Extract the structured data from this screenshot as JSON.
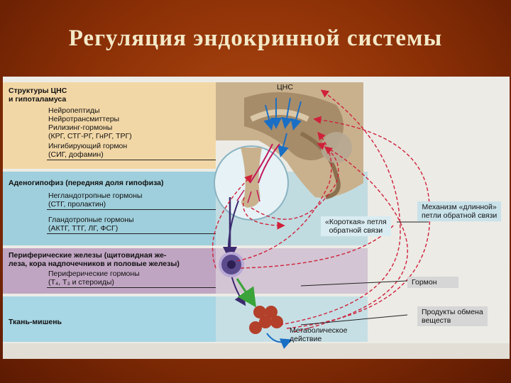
{
  "slide_title": "Регуляция эндокринной системы",
  "levels": {
    "hypothalamus": {
      "heading": "Структуры ЦНС\nи гипоталамуса",
      "items": [
        "Нейропептиды",
        "Нейротрансмиттеры",
        "Рилизинг-гормоны",
        "(КРГ, СТГ-РГ, ГнРГ, ТРГ)",
        "Ингибирующий гормон",
        "(СИГ, дофамин)"
      ]
    },
    "adenohypophysis": {
      "heading": "Аденогипофиз (передняя доля гипофиза)",
      "items": [
        "Негландотропные гормоны",
        "(СТГ, пролактин)",
        "Гландотропные гормоны",
        "(АКТГ, ТТГ, ЛГ, ФСГ)"
      ]
    },
    "peripheral": {
      "heading": "Периферические железы (щитовидная же-\nлеза, кора надпочечников и половые железы)",
      "items": [
        "Периферические гормоны",
        "(Т₄, Т₃ и стероиды)"
      ]
    },
    "target": {
      "heading": "Ткань-мишень"
    }
  },
  "diagram": {
    "cns_label": "ЦНС",
    "short_loop": "«Короткая» петля\nобратной связи",
    "long_loop": "Механизм «длинной»\nпетли обратной связи",
    "hormone": "Гормон",
    "products": "Продукты обмена\nвеществ",
    "metabolic": "Метаболическое\nдействие"
  },
  "colors": {
    "hypothalamus_band": "#f2d7a6",
    "adenohypophysis_band": "#9fcfdc",
    "peripheral_band": "#c0a5c2",
    "target_band": "#a7d6e4",
    "feedback_line": "#d0203a",
    "nerve_arrow": "#1a6fc4",
    "hormone_arrow": "#3b2a6e"
  }
}
